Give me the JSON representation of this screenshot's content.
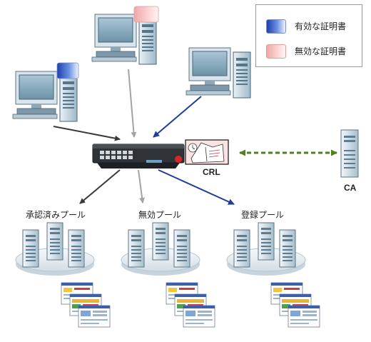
{
  "legend": {
    "valid_cert": "有効な証明書",
    "invalid_cert": "無効な証明書"
  },
  "labels": {
    "crl": "CRL",
    "ca": "CA",
    "pool_approved": "承認済みプール",
    "pool_invalid": "無効プール",
    "pool_registration": "登録プール"
  },
  "colors": {
    "gray_arrow": "#a3a3a3",
    "dark_arrow": "#3a3a3a",
    "blue_arrow": "#1f3d99",
    "green_dashed": "#4f7f1f",
    "valid_cert": "#3a5fcf",
    "invalid_cert": "#f2b2b2"
  }
}
